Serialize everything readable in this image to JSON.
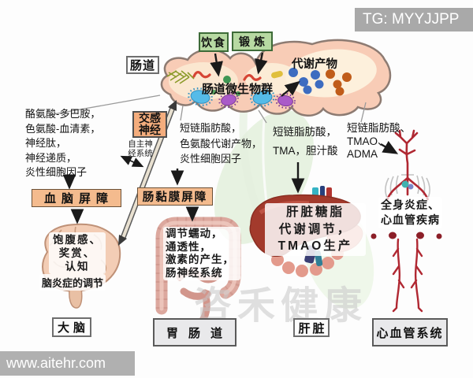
{
  "overlay": {
    "tg": "TG: MYYJJPP",
    "site": "www.aitehr.com",
    "brand": "咨禾健康"
  },
  "top": {
    "diet": "饮食",
    "exercise": "锻炼",
    "gut_label": "肠道",
    "microbiota": "肠道微生物群",
    "metabolites": "代谢产物"
  },
  "left_column": {
    "lines": [
      "酪氨酸-多巴胺，",
      "色氨酸-血清素，",
      "神经肽，",
      "神经递质，",
      "炎性细胞因子"
    ]
  },
  "nerve": {
    "sympathetic_line1": "交感",
    "sympathetic_line2": "神经",
    "autonomic_line1": "自主神",
    "autonomic_line2": "经系统"
  },
  "col2": {
    "lines": [
      "短链脂肪酸，",
      "色氨酸代谢产物，",
      "炎性细胞因子"
    ]
  },
  "col3": {
    "lines": [
      "短链脂肪酸，",
      "TMA，胆汁酸"
    ]
  },
  "col4": {
    "lines": [
      "短链脂肪酸、",
      "TMAO、",
      "ADMA"
    ]
  },
  "barriers": {
    "blood_brain": "血脑屏障",
    "gut_mucosa": "肠黏膜屏障"
  },
  "brain": {
    "lines": [
      "饱腹感、",
      "奖赏、",
      "认知"
    ],
    "note": "脑炎症的调节",
    "label": "大脑"
  },
  "gi": {
    "lines": [
      "调节蠕动，",
      "通透性，",
      "激素的产生，",
      "肠神经系统"
    ],
    "label": "胃肠道"
  },
  "liver": {
    "lines": [
      "肝脏糖脂",
      "代谢调节，",
      "TMAO生产"
    ],
    "label": "肝脏"
  },
  "cardio": {
    "lines": [
      "全身炎症、",
      "心血管疾病"
    ],
    "label": "心血管系统"
  },
  "colors": {
    "box_orange": "#f4bb8e",
    "box_green": "#b7d9a2",
    "gut_pink": "#f8ccb6",
    "liver_red": "#a33a2c",
    "artery_red": "#b02832",
    "metabolite_blue": "#3d6cc0",
    "metabolite_orange": "#c05c1a",
    "arrow_black": "#1a1a1a"
  }
}
